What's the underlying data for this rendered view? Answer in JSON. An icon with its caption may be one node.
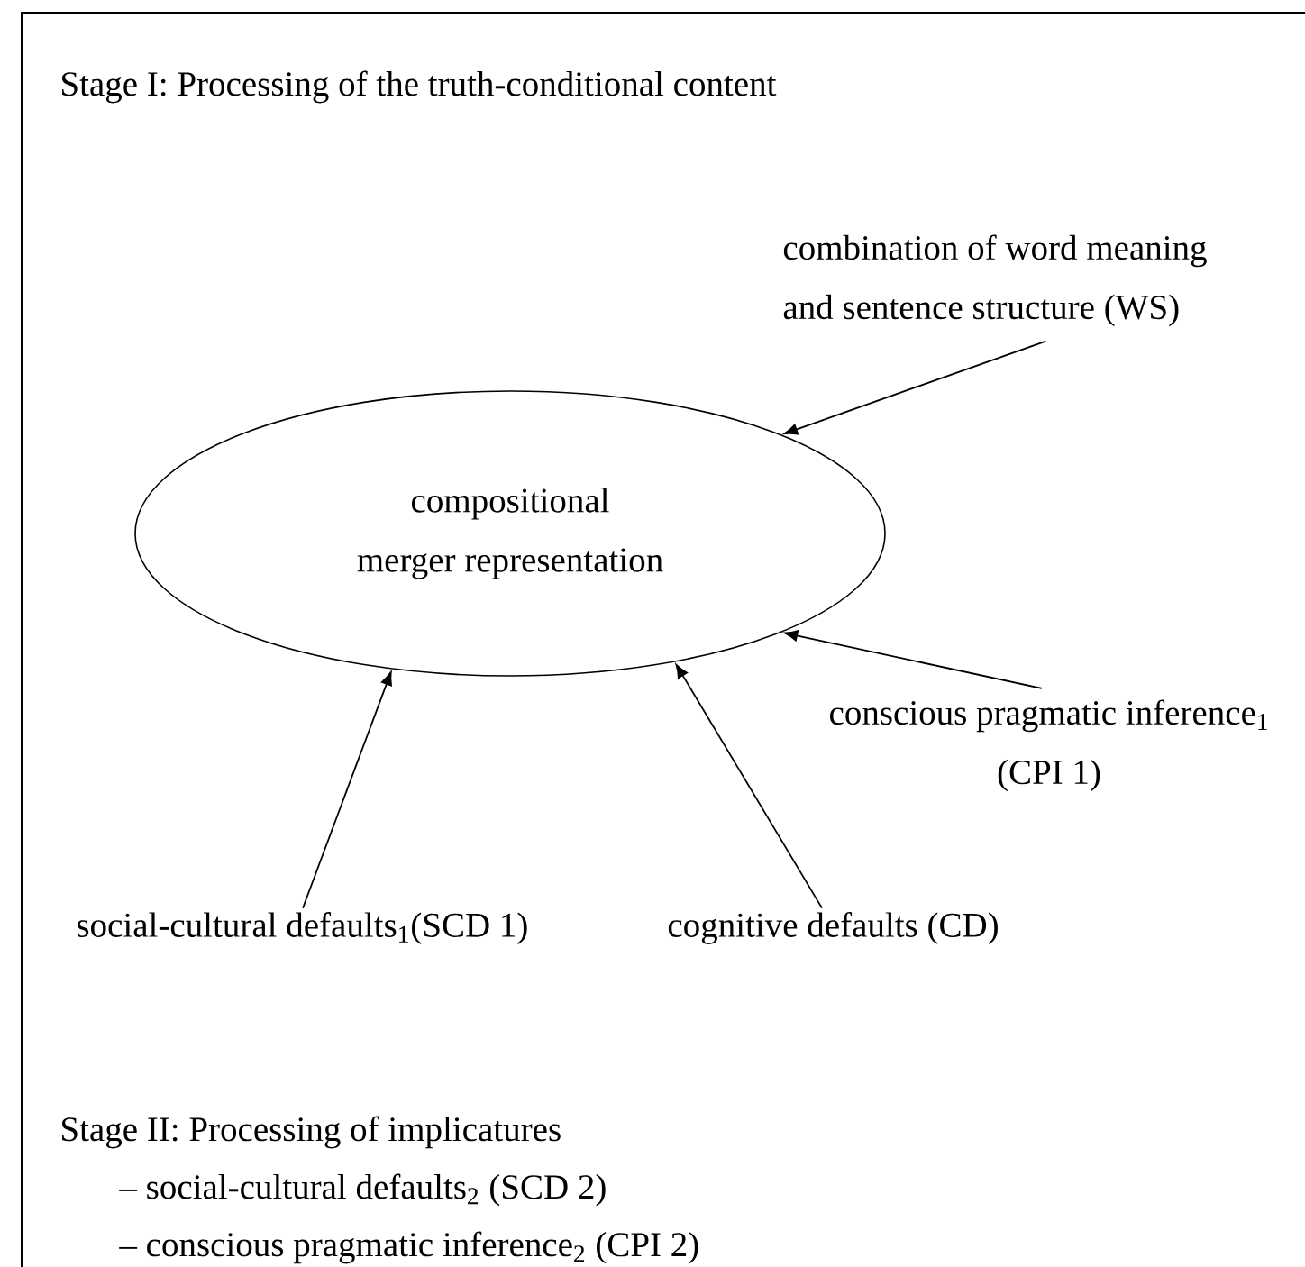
{
  "diagram": {
    "nodes": [
      {
        "text": [
          "compositional merger representation"
        ]
      },
      {
        "text": [
          "combination of word meaning and sentence structure (WS)"
        ]
      },
      {
        "text": [
          "conscious pragmatic inference$_{1}$ (CPI 1)"
        ]
      },
      {
        "text": [
          "social-cultural defaults$_{1}$(SCD 1)"
        ]
      },
      {
        "text": [
          "cognitive defaults (CD)"
        ]
      }
    ],
    "edges": [
      {
        "from": 1,
        "to": 0,
        "arrow": "to"
      },
      {
        "from": 2,
        "to": 0,
        "arrow": "to"
      },
      {
        "from": 3,
        "to": 0,
        "arrow": "to"
      },
      {
        "from": 4,
        "to": 0,
        "arrow": "to"
      }
    ],
    "labels": [
      "Stage I: Processing of the truth-conditional content",
      "Stage II: Processing of implicatures",
      "– social-cultural defaults$_{2}$ (SCD 2)",
      "– conscious pragmatic inference$_{2}$ (CPI 2)"
    ]
  }
}
